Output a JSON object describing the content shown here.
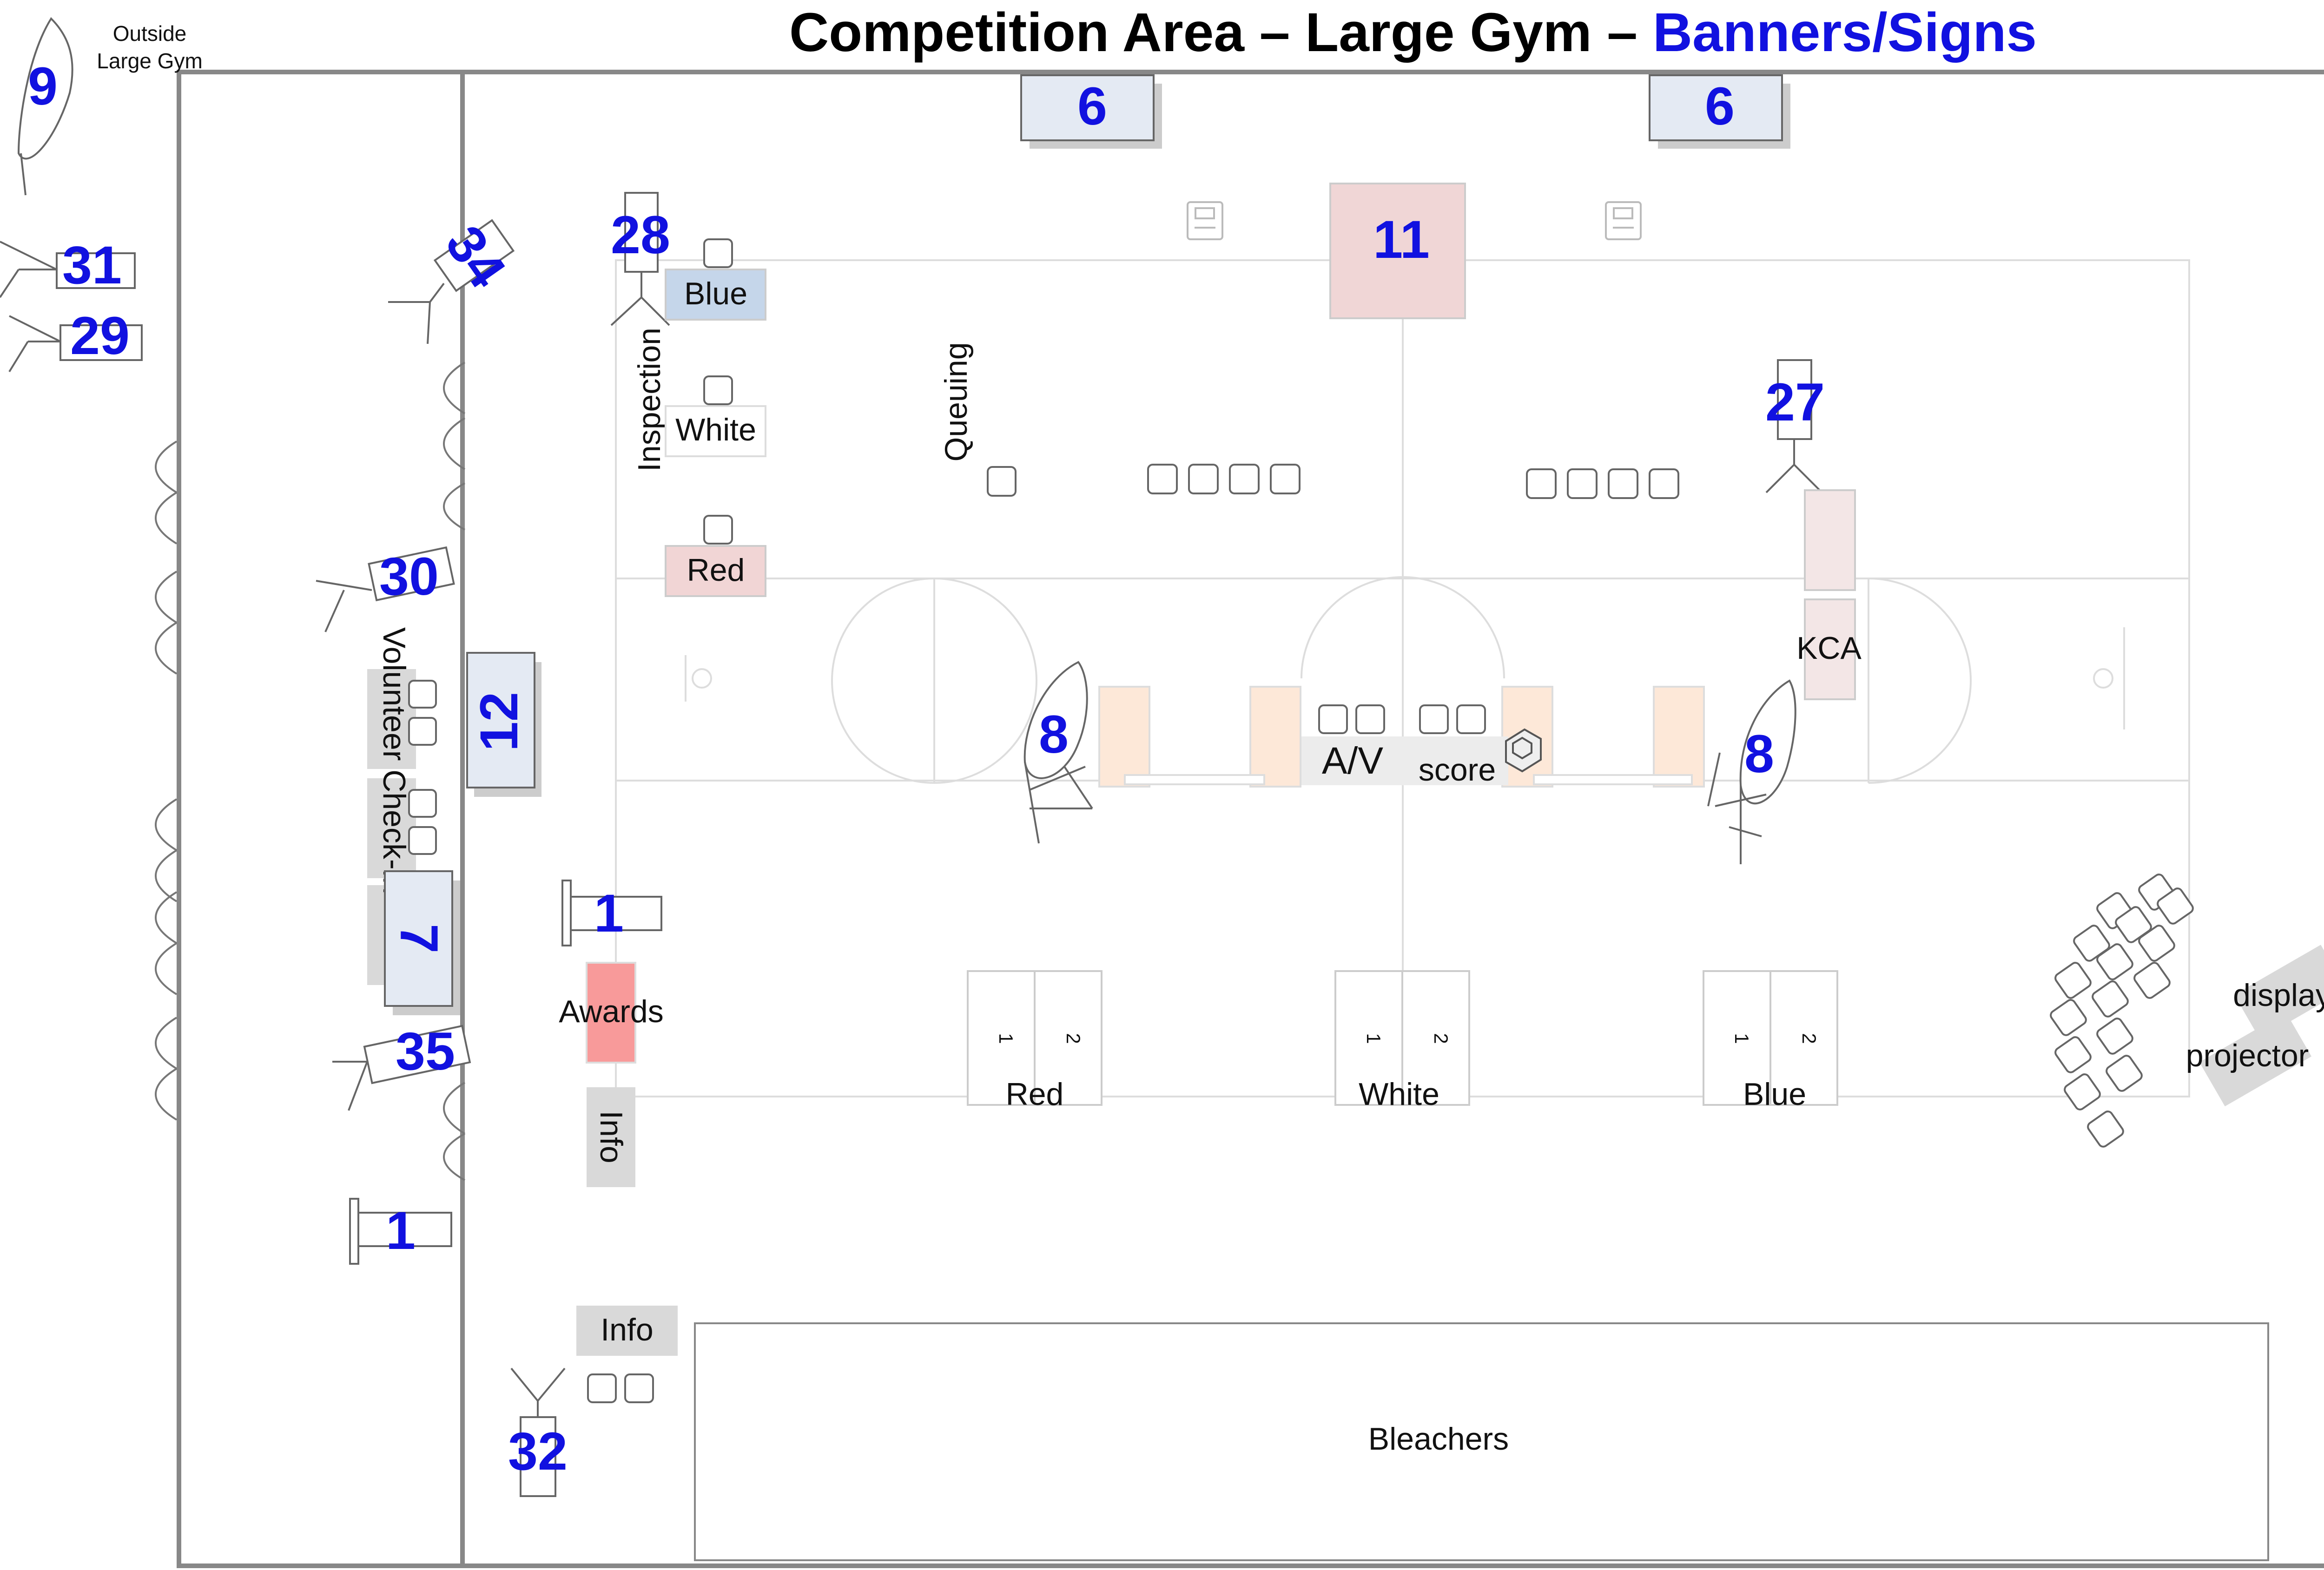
{
  "title": {
    "main": "Competition Area – Large Gym – ",
    "accent": "Banners/Signs"
  },
  "outside_label": [
    "Outside",
    "Large Gym"
  ],
  "signs": {
    "s9": "9",
    "s31": "31",
    "s29": "29",
    "s34": "34",
    "s28": "28",
    "s6a": "6",
    "s6b": "6",
    "s11": "11",
    "s27": "27",
    "s30": "30",
    "s12": "12",
    "s7": "7",
    "s1a": "1",
    "s1b": "1",
    "s35": "35",
    "s8a": "8",
    "s8b": "8",
    "s32": "32"
  },
  "labels": {
    "inspection": "Inspection",
    "queuing": "Queuing",
    "insp_blue": "Blue",
    "insp_white": "White",
    "insp_red": "Red",
    "volunteer": "Volunteer Check-in",
    "awards": "Awards",
    "info_vertical": "Info",
    "info_bottom": "Info",
    "bleachers": "Bleachers",
    "kca": "KCA",
    "av": "A/V",
    "score": "score",
    "display": "display",
    "projector": "projector",
    "field_red": "Red",
    "field_white": "White",
    "field_blue": "Blue",
    "pit_1": "1",
    "pit_2": "2"
  },
  "colors": {
    "sign_blue": "#1111e0",
    "inspection_blue": "#c5d6ea",
    "inspection_red": "#f1d5d5",
    "sign_panel": "#e4eaf3",
    "banner11": "#f0d6d6",
    "awards": "#f89a9a",
    "info_grey": "#d9d9d9",
    "driver_station": "#fde8d8"
  }
}
